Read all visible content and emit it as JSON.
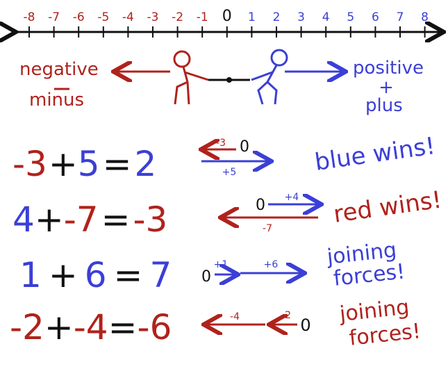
{
  "number_line": {
    "ticks": [
      "-8",
      "-7",
      "-6",
      "-5",
      "-4",
      "-3",
      "-2",
      "-1",
      "0",
      "1",
      "2",
      "3",
      "4",
      "5",
      "6",
      "7",
      "8"
    ]
  },
  "tug_of_war": {
    "negative_label": "negative",
    "minus_label": "minus",
    "positive_label": "positive",
    "plus_sign": "+",
    "plus_label": "plus"
  },
  "equations": [
    {
      "expression": [
        "-3",
        "+",
        "5",
        "=",
        "2"
      ],
      "arrow_labels": [
        "-3",
        "0",
        "+5"
      ],
      "caption": "blue wins!"
    },
    {
      "expression": [
        "4",
        "+",
        "-7",
        "=",
        "-3"
      ],
      "arrow_labels": [
        "0",
        "+4",
        "-7"
      ],
      "caption": "red wins!"
    },
    {
      "expression": [
        "1",
        "+",
        "6",
        "=",
        "7"
      ],
      "arrow_labels": [
        "0",
        "+1",
        "+6"
      ],
      "caption_lines": [
        "joining",
        "forces!"
      ]
    },
    {
      "expression": [
        "-2",
        "+",
        "-4",
        "=",
        "-6"
      ],
      "arrow_labels": [
        "-4",
        "-2",
        "0"
      ],
      "caption_lines": [
        "joining",
        "forces!"
      ]
    }
  ],
  "colors": {
    "negative": "#b0221c",
    "positive": "#3b3fd6"
  }
}
